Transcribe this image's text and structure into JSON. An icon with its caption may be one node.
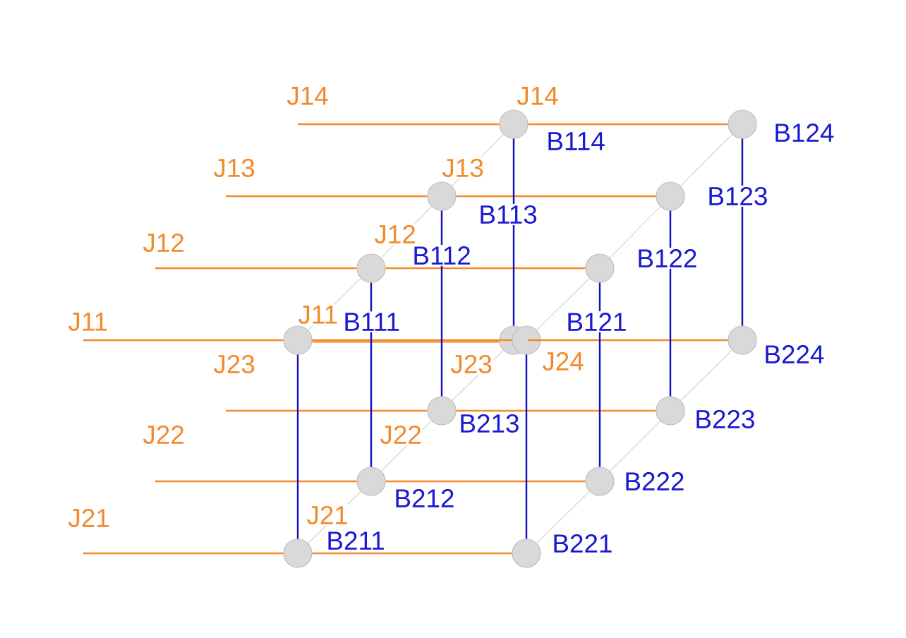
{
  "diagram": {
    "nodes": [
      {
        "text": [],
        "shape": "circle",
        "beside": [
          "B114"
        ]
      },
      {
        "text": [],
        "shape": "circle",
        "beside": [
          "B124"
        ]
      },
      {
        "text": [],
        "shape": "circle",
        "beside": [
          "B113"
        ]
      },
      {
        "text": [],
        "shape": "circle",
        "beside": [
          "B123"
        ]
      },
      {
        "text": [],
        "shape": "circle",
        "beside": [
          "B112"
        ]
      },
      {
        "text": [],
        "shape": "circle",
        "beside": [
          "B122"
        ]
      },
      {
        "text": [],
        "shape": "circle",
        "beside": [
          "B111"
        ]
      },
      {
        "text": [],
        "shape": "circle"
      },
      {
        "text": [],
        "shape": "circle",
        "beside": [
          "B121"
        ]
      },
      {
        "text": [],
        "shape": "circle",
        "beside": [
          "B224"
        ]
      },
      {
        "text": [],
        "shape": "circle",
        "beside": [
          "B213"
        ]
      },
      {
        "text": [],
        "shape": "circle",
        "beside": [
          "B223"
        ]
      },
      {
        "text": [],
        "shape": "circle",
        "beside": [
          "B212"
        ]
      },
      {
        "text": [],
        "shape": "circle",
        "beside": [
          "B222"
        ]
      },
      {
        "text": [],
        "shape": "circle",
        "beside": [
          "B211"
        ]
      },
      {
        "text": [],
        "shape": "circle",
        "beside": [
          "B221"
        ]
      }
    ],
    "edges": [
      {
        "from": null,
        "to": 0,
        "arrow": "none",
        "label": "J14"
      },
      {
        "from": 0,
        "to": 1,
        "arrow": "none",
        "label": "J14"
      },
      {
        "from": null,
        "to": 2,
        "arrow": "none",
        "label": "J13"
      },
      {
        "from": 2,
        "to": 3,
        "arrow": "none",
        "label": "J13"
      },
      {
        "from": null,
        "to": 4,
        "arrow": "none",
        "label": "J12"
      },
      {
        "from": 4,
        "to": 5,
        "arrow": "none",
        "label": "J12"
      },
      {
        "from": null,
        "to": 6,
        "arrow": "none",
        "label": "J11"
      },
      {
        "from": 6,
        "to": 8,
        "arrow": "none",
        "label": "J11"
      },
      {
        "from": 6,
        "to": 7,
        "arrow": "none"
      },
      {
        "from": 7,
        "to": 9,
        "arrow": "none",
        "label": "J24"
      },
      {
        "from": null,
        "to": 10,
        "arrow": "none",
        "label": "J23"
      },
      {
        "from": 10,
        "to": 11,
        "arrow": "none",
        "label": "J23"
      },
      {
        "from": null,
        "to": 12,
        "arrow": "none",
        "label": "J22"
      },
      {
        "from": 12,
        "to": 13,
        "arrow": "none",
        "label": "J22"
      },
      {
        "from": null,
        "to": 14,
        "arrow": "none",
        "label": "J21"
      },
      {
        "from": 14,
        "to": 15,
        "arrow": "none",
        "label": "J21"
      },
      {
        "from": 6,
        "to": 14,
        "arrow": "none",
        "color": "#1010c0"
      },
      {
        "from": 4,
        "to": 12,
        "arrow": "none",
        "color": "#1010c0"
      },
      {
        "from": 2,
        "to": 10,
        "arrow": "none",
        "color": "#1010c0"
      },
      {
        "from": 0,
        "to": 7,
        "arrow": "none",
        "color": "#1010c0"
      },
      {
        "from": 8,
        "to": 15,
        "arrow": "none",
        "color": "#1010c0"
      },
      {
        "from": 5,
        "to": 13,
        "arrow": "none",
        "color": "#1010c0"
      },
      {
        "from": 3,
        "to": 11,
        "arrow": "none",
        "color": "#1010c0"
      },
      {
        "from": 1,
        "to": 9,
        "arrow": "none",
        "color": "#1010c0"
      },
      {
        "from": 6,
        "to": 4,
        "arrow": "none",
        "color": "#dedede"
      },
      {
        "from": 4,
        "to": 2,
        "arrow": "none",
        "color": "#dedede"
      },
      {
        "from": 2,
        "to": 0,
        "arrow": "none",
        "color": "#dedede"
      },
      {
        "from": 8,
        "to": 5,
        "arrow": "none",
        "color": "#dedede"
      },
      {
        "from": 5,
        "to": 3,
        "arrow": "none",
        "color": "#dedede"
      },
      {
        "from": 3,
        "to": 1,
        "arrow": "none",
        "color": "#dedede"
      },
      {
        "from": 14,
        "to": 12,
        "arrow": "none",
        "color": "#dedede"
      },
      {
        "from": 12,
        "to": 10,
        "arrow": "none",
        "color": "#dedede"
      },
      {
        "from": 10,
        "to": 7,
        "arrow": "none",
        "color": "#dedede"
      },
      {
        "from": 15,
        "to": 13,
        "arrow": "none",
        "color": "#dedede"
      },
      {
        "from": 13,
        "to": 11,
        "arrow": "none",
        "color": "#dedede"
      },
      {
        "from": 11,
        "to": 9,
        "arrow": "none",
        "color": "#dedede"
      }
    ]
  }
}
